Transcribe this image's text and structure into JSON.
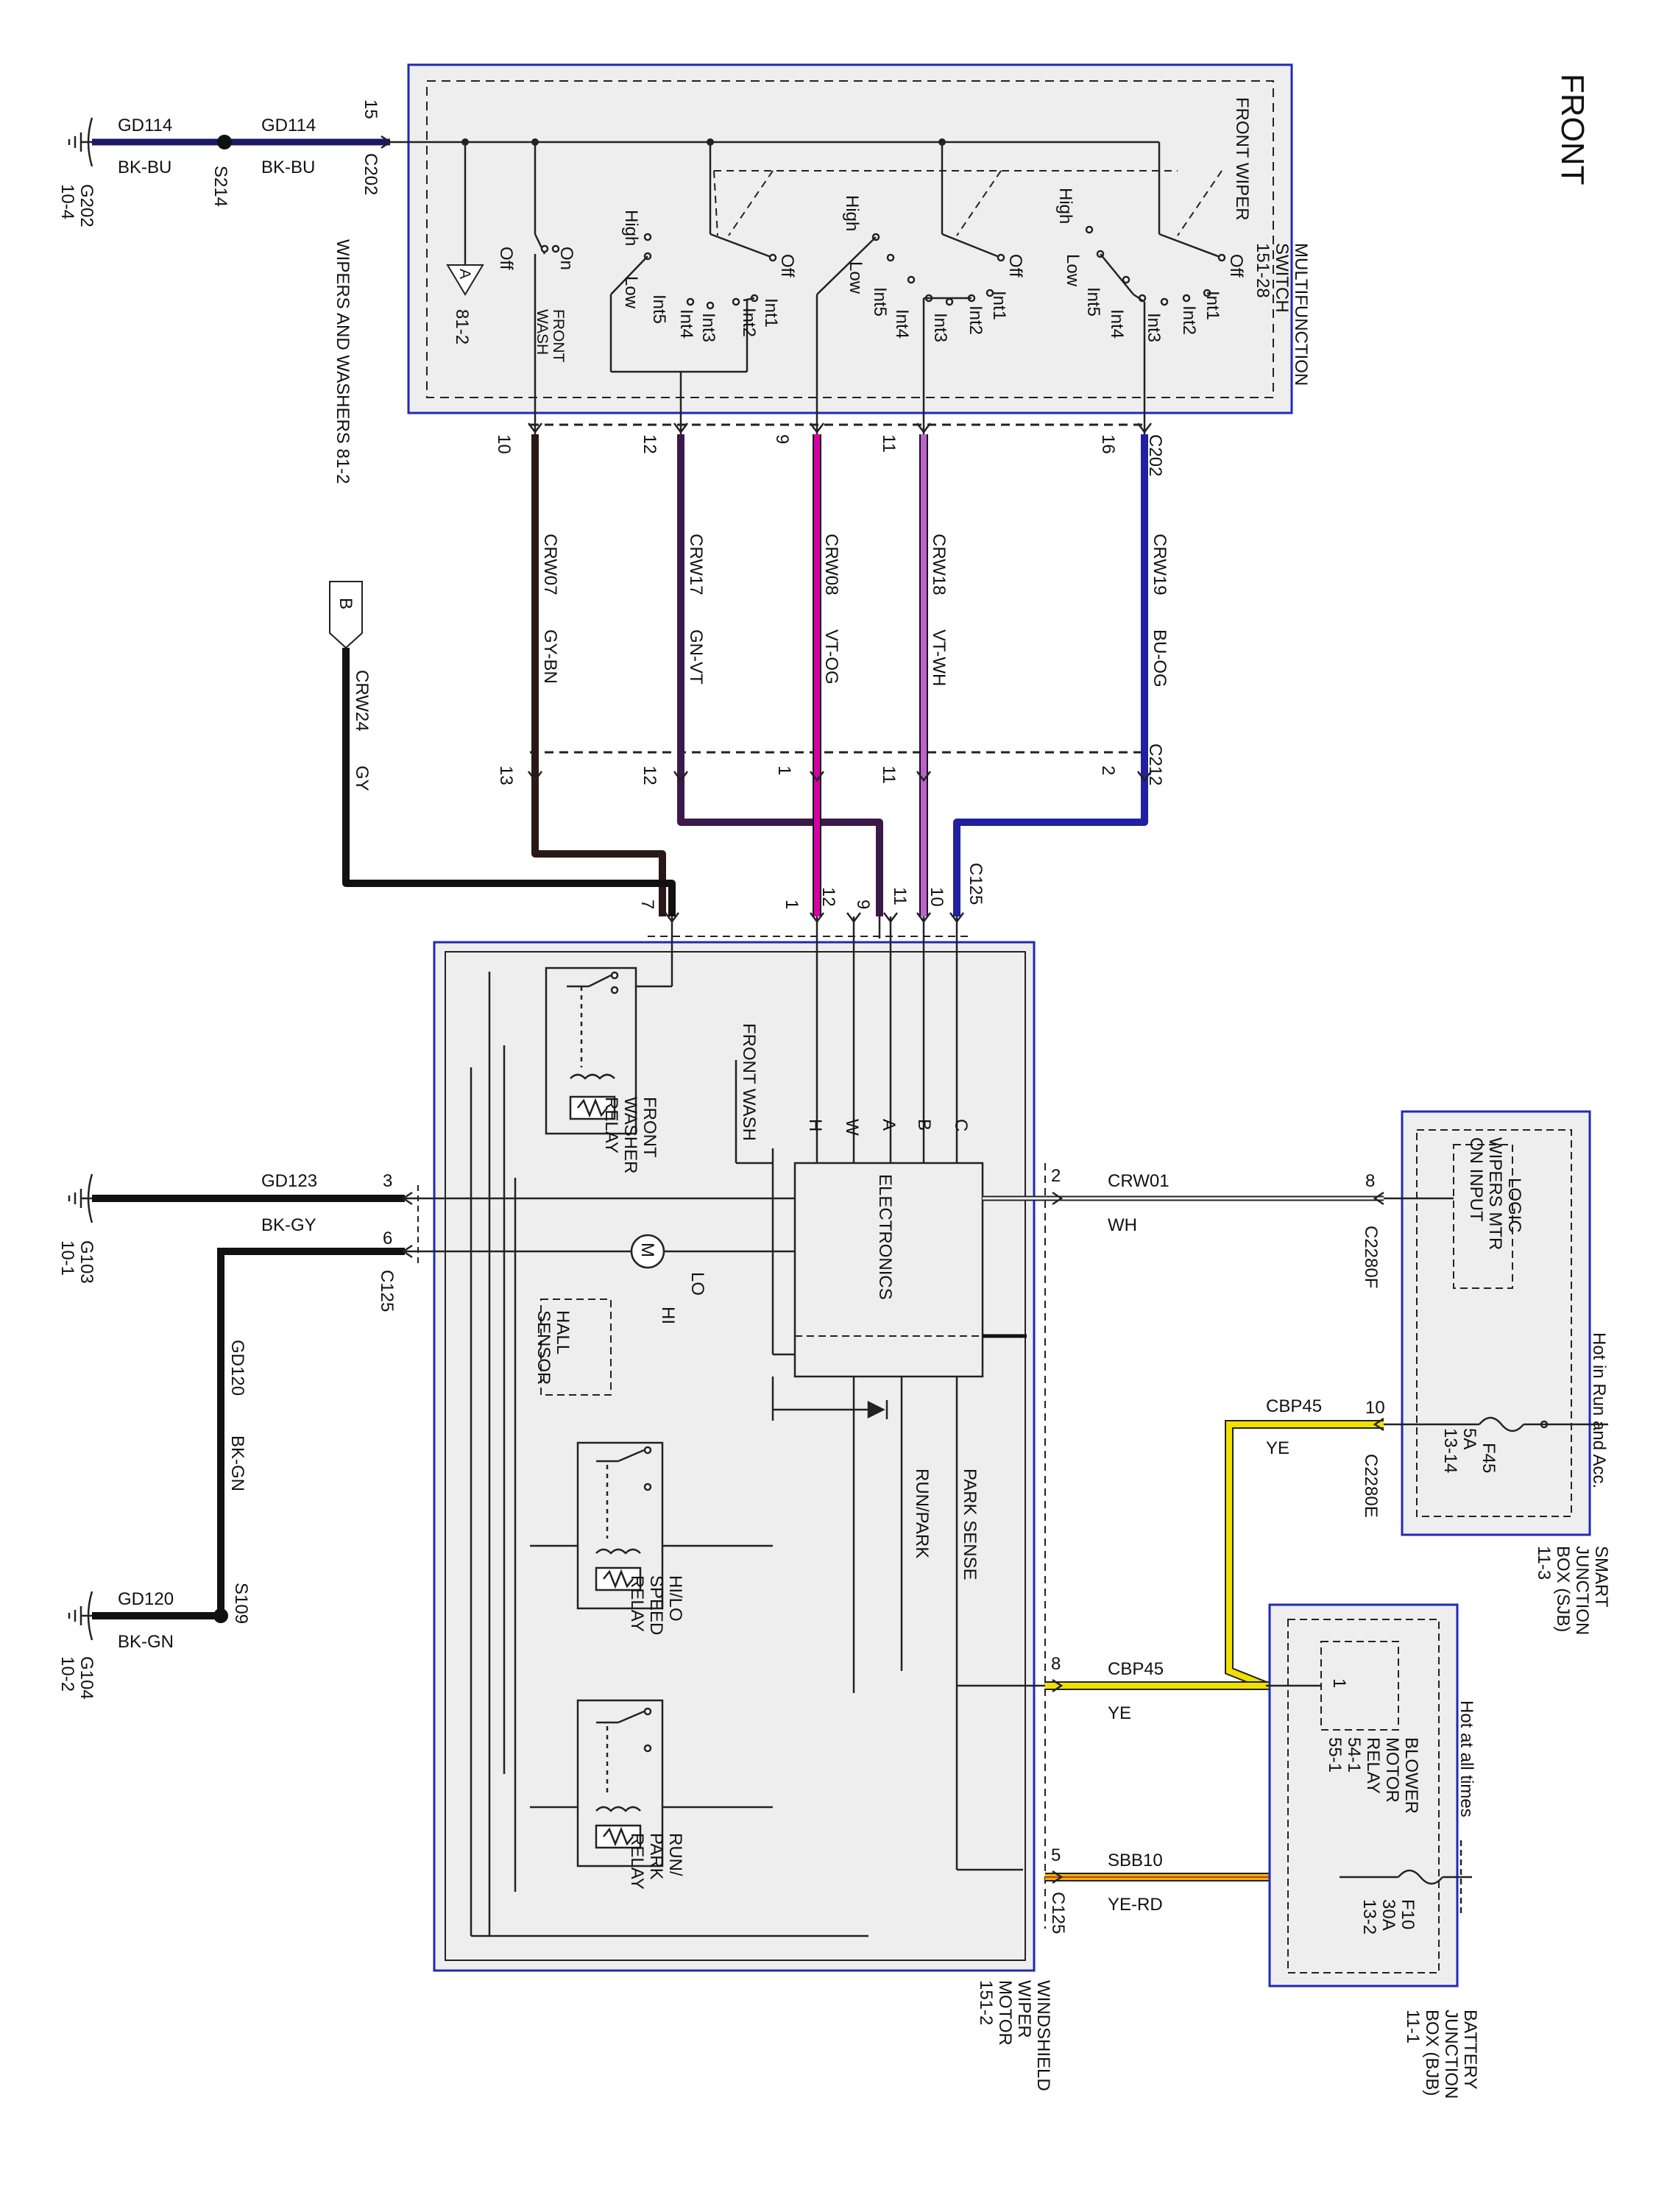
{
  "title": "FRONT",
  "colors": {
    "component_border": "#1f2ab8",
    "component_fill": "#eeeeee",
    "wire_black": "#111111",
    "wire_bkbu": "#1a1a66",
    "wire_gybn": "#2a1818",
    "wire_gnvt": "#3b1a4a",
    "wire_vtog": "#d400a8",
    "wire_vtwh": "#c060d0",
    "wire_buog": "#2020a0",
    "wire_ye": "#f0e000",
    "wire_yerd": "#e8b800",
    "wire_thin": "#222222"
  },
  "labels": {
    "multifunction_switch": [
      "MULTIFUNCTION",
      "SWITCH",
      "151-28"
    ],
    "front_wiper": "FRONT WIPER",
    "front_wash": [
      "FRONT",
      "WASH"
    ],
    "ref_a": "A",
    "ref_a_page": "81-2",
    "ref_b": "B",
    "wipers_washers": "WIPERS AND WASHERS 81-2",
    "windshield_wiper_motor": [
      "WINDSHIELD",
      "WIPER",
      "MOTOR",
      "151-2"
    ],
    "front_washer_relay": [
      "FRONT",
      "WASHER",
      "RELAY"
    ],
    "front_wash_label": "FRONT WASH",
    "electronics": "ELECTRONICS",
    "hall_sensor": [
      "HALL",
      "SENSOR"
    ],
    "hilo_relay": [
      "HI/LO",
      "SPEED",
      "RELAY"
    ],
    "runpark_relay": [
      "RUN/",
      "PARK",
      "RELAY"
    ],
    "park_sense": "PARK SENSE",
    "run_park": "RUN/PARK",
    "lo": "LO",
    "hi": "HI",
    "motor_m": "M",
    "sjb": [
      "SMART",
      "JUNCTION",
      "BOX (SJB)",
      "11-3"
    ],
    "logic": [
      "LOGIC",
      "WIPERS MTR",
      "ON INPUT"
    ],
    "hot_run_acc": "Hot in Run and Acc.",
    "f45": [
      "F45",
      "5A",
      "13-14"
    ],
    "bjb": [
      "BATTERY",
      "JUNCTION",
      "BOX (BJB)",
      "11-1"
    ],
    "hot_all_times": "Hot at all times",
    "blower_relay": [
      "BLOWER",
      "MOTOR",
      "RELAY",
      "54-1",
      "55-1"
    ],
    "relay_pin_1": "1",
    "f10": [
      "F10",
      "30A",
      "13-2"
    ]
  },
  "switch_positions": {
    "on": "On",
    "off": "Off",
    "high": "High",
    "low": "Low",
    "int1": "Int1",
    "int2": "Int2",
    "int3": "Int3",
    "int4": "Int4",
    "int5": "Int5"
  },
  "grounds": {
    "g202": [
      "G202",
      "10-4"
    ],
    "g103": [
      "G103",
      "10-1"
    ],
    "g104": [
      "G104",
      "10-2"
    ]
  },
  "splices": {
    "s214": "S214",
    "s109": "S109"
  },
  "connectors": {
    "c202": "C202",
    "c212": "C212",
    "c125": "C125",
    "c2280f": "C2280F",
    "c2280e": "C2280E"
  },
  "pins": {
    "c202_15": "15",
    "c202_10": "10",
    "c202_12": "12",
    "c202_9": "9",
    "c202_11": "11",
    "c202_16": "16",
    "c212_13": "13",
    "c212_12": "12",
    "c212_1": "1",
    "c212_11": "11",
    "c212_2": "2",
    "c125_7": "7",
    "c125_1": "1",
    "c125_12": "12",
    "c125_9": "9",
    "c125_11": "11",
    "c125_10": "10",
    "c125_3": "3",
    "c125_6": "6",
    "c125_2": "2",
    "c125_8": "8",
    "c125_5": "5",
    "c2280f_8": "8",
    "c2280e_10": "10"
  },
  "terminals": {
    "h": "H",
    "w": "W",
    "a": "A",
    "b": "B",
    "c": "C"
  },
  "wires": {
    "gd114_l": {
      "circuit": "GD114",
      "color": "BK-BU"
    },
    "gd114_r": {
      "circuit": "GD114",
      "color": "BK-BU"
    },
    "crw07": {
      "circuit": "CRW07",
      "color": "GY-BN"
    },
    "crw17": {
      "circuit": "CRW17",
      "color": "GN-VT"
    },
    "crw08": {
      "circuit": "CRW08",
      "color": "VT-OG"
    },
    "crw18": {
      "circuit": "CRW18",
      "color": "VT-WH"
    },
    "crw19": {
      "circuit": "CRW19",
      "color": "BU-OG"
    },
    "crw24": {
      "circuit": "CRW24",
      "color": "GY"
    },
    "gd123": {
      "circuit": "GD123",
      "color": "BK-GY"
    },
    "gd120_v": {
      "circuit": "GD120",
      "color": "BK-GN"
    },
    "gd120_h": {
      "circuit": "GD120",
      "color": "BK-GN"
    },
    "crw01": {
      "circuit": "CRW01",
      "color": "WH"
    },
    "cbp45_top": {
      "circuit": "CBP45",
      "color": "YE"
    },
    "cbp45_bot": {
      "circuit": "CBP45",
      "color": "YE"
    },
    "sbb10": {
      "circuit": "SBB10",
      "color": "YE-RD"
    }
  }
}
